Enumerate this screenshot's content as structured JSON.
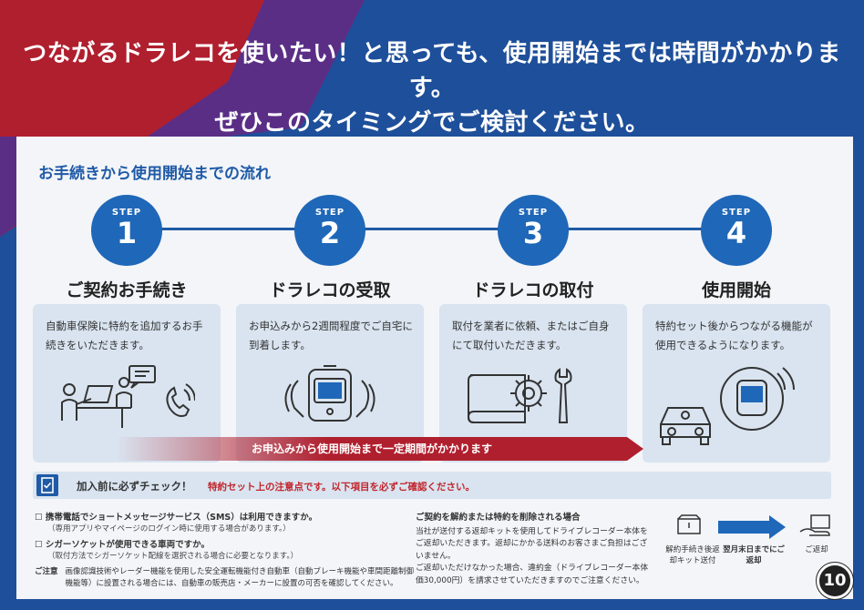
{
  "colors": {
    "navy": "#1e4f9a",
    "red": "#b01f2e",
    "purple": "#5b2e86",
    "accent_blue": "#1f67b8"
  },
  "headline": {
    "line1": "つながるドラレコを使いたい！と思っても、使用開始までは時間がかかります。",
    "line2": "ぜひこのタイミングでご検討ください。"
  },
  "flow": {
    "title": "お手続きから使用開始までの流れ",
    "step_label": "STEP",
    "steps": [
      {
        "num": "1",
        "title": "ご契約お手続き",
        "desc": "自動車保険に特約を追加するお手続きをいただきます。",
        "icon": "operator-phone-icon"
      },
      {
        "num": "2",
        "title": "ドラレコの受取",
        "desc": "お申込みから2週間程度でご自宅に到着します。",
        "icon": "dashcam-hands-icon"
      },
      {
        "num": "3",
        "title": "ドラレコの取付",
        "desc": "取付を業者に依頼、またはご自身にて取付いただきます。",
        "icon": "installation-tools-icon"
      },
      {
        "num": "4",
        "title": "使用開始",
        "desc": "特約セット後からつながる機能が使用できるようになります。",
        "icon": "car-dashcam-signal-icon"
      }
    ],
    "period_note": "お申込みから使用開始まで一定期間がかかります"
  },
  "check": {
    "label": "加入前に必ずチェック！",
    "note": "特約セット上の注意点です。以下項目を必ずご確認ください。"
  },
  "notes_left": {
    "q1": "携帯電話でショートメッセージサービス（SMS）は利用できますか。",
    "q1_sub": "（専用アプリやマイページのログイン時に使用する場合があります。）",
    "q2": "シガーソケットが使用できる車両ですか。",
    "q2_sub": "（取付方法でシガーソケット配線を選択される場合に必要となります。）",
    "caution_label": "ご注意",
    "caution_text": "画像認識技術やレーダー機能を使用した安全運転機能付き自動車（自動ブレーキ機能や車間距離制御機能等）に設置される場合には、自動車の販売店・メーカーに設置の可否を確認してください。"
  },
  "notes_mid": {
    "title": "ご契約を解約または特約を削除される場合",
    "text1": "当社が送付する返却キットを使用してドライブレコーダー本体をご返却いただきます。返却にかかる送料のお客さまご負担はございません。",
    "text2": "ご返却いただけなかった場合、違約金（ドライブレコーダー本体価30,000円）を請求させていただきますのでご注意ください。"
  },
  "return_flow": {
    "step1": "解約手続き後返却キット送付",
    "step2": "翌月末日までにご返却",
    "step3": "ご返却"
  },
  "page_number": "10"
}
